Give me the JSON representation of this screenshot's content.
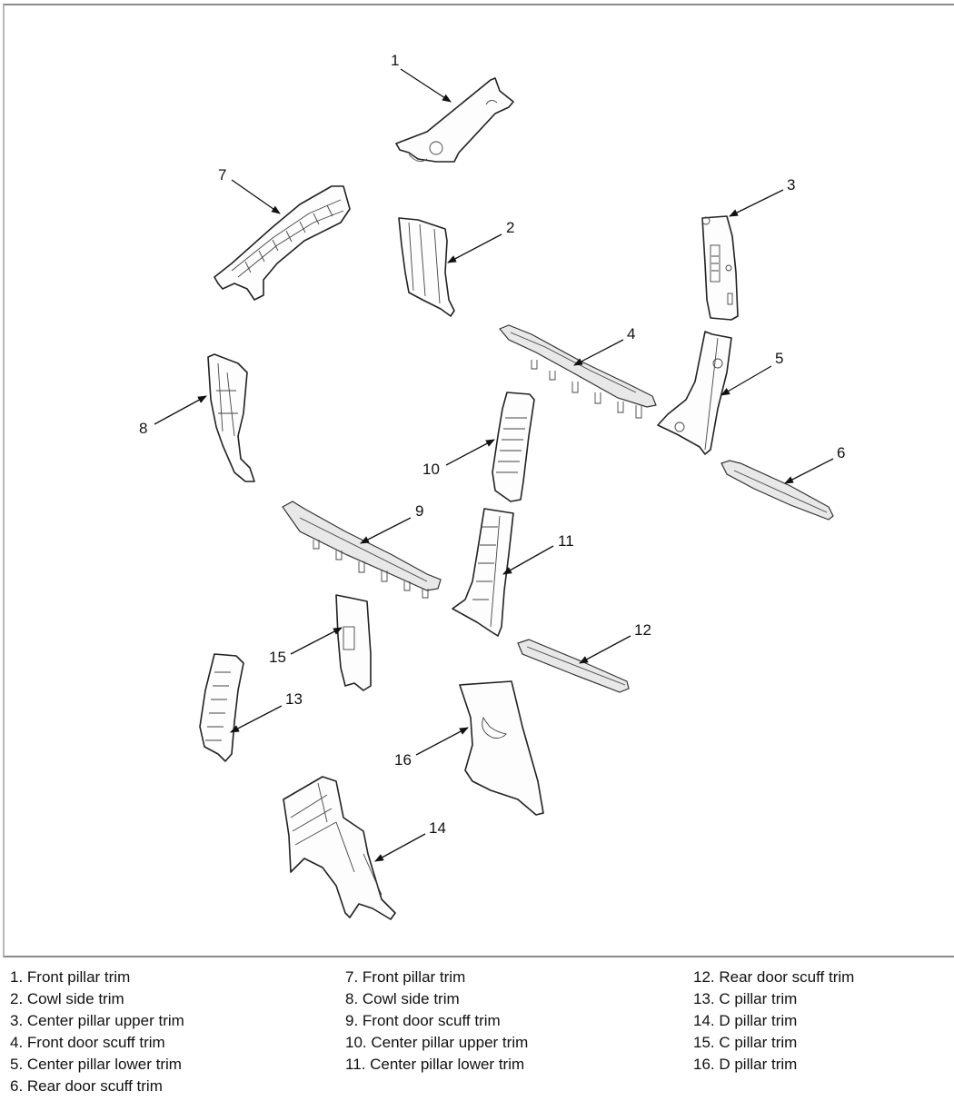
{
  "diagram": {
    "callouts": [
      "1",
      "2",
      "3",
      "4",
      "5",
      "6",
      "7",
      "8",
      "9",
      "10",
      "11",
      "12",
      "13",
      "14",
      "15",
      "16"
    ]
  },
  "legend": {
    "columns": [
      [
        "1. Front pillar trim",
        "2. Cowl side trim",
        "3. Center pillar upper trim",
        "4. Front door scuff trim",
        "5. Center pillar lower trim",
        "6. Rear door scuff trim"
      ],
      [
        "7. Front pillar trim",
        "8. Cowl side trim",
        "9. Front door scuff trim",
        "10. Center pillar upper trim",
        "11. Center pillar lower trim"
      ],
      [
        "12. Rear door scuff trim",
        "13. C pillar trim",
        "14. D pillar trim",
        "15. C pillar trim",
        "16. D pillar trim"
      ]
    ]
  }
}
